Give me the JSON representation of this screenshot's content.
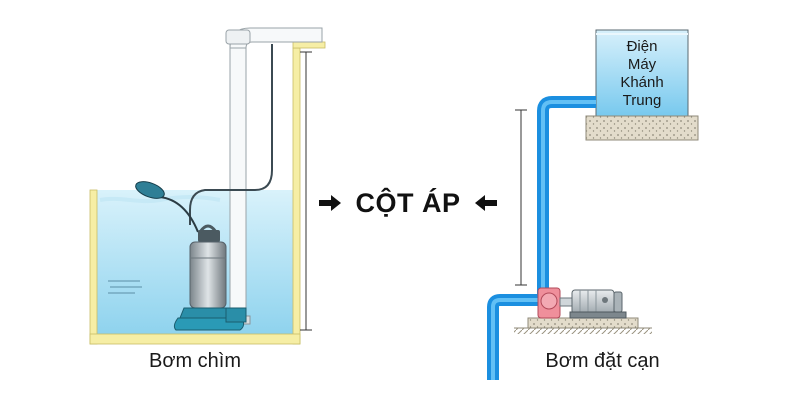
{
  "diagram": {
    "center_title": "CỘT ÁP",
    "left_caption": "Bơm chìm",
    "right_caption": "Bơm đặt cạn",
    "tank_label": [
      "Điện",
      "Máy",
      "Khánh",
      "Trung"
    ]
  },
  "icons": {
    "left_arrow": "arrow-right-icon",
    "right_arrow": "arrow-left-icon"
  },
  "colors": {
    "water": "#b7e4f4",
    "water_dark": "#5fc3e6",
    "pipe_blue": "#1b8fe0",
    "wall": "#f6eea5",
    "pump": "#9aa7ad",
    "motor": "#c9cfd3",
    "pump_red": "#e87a88",
    "concrete": "#d7d2c2"
  }
}
